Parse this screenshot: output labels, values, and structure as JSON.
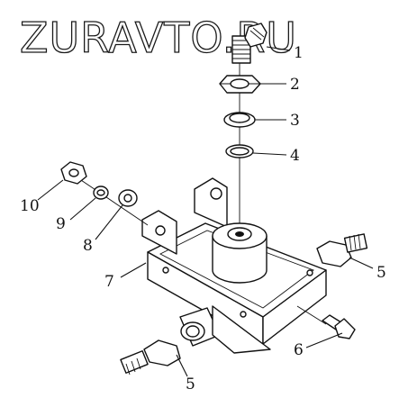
{
  "watermark": "ZURAVTO.RU",
  "callouts": [
    "1",
    "2",
    "3",
    "4",
    "5",
    "5",
    "6",
    "7",
    "8",
    "9",
    "10"
  ]
}
